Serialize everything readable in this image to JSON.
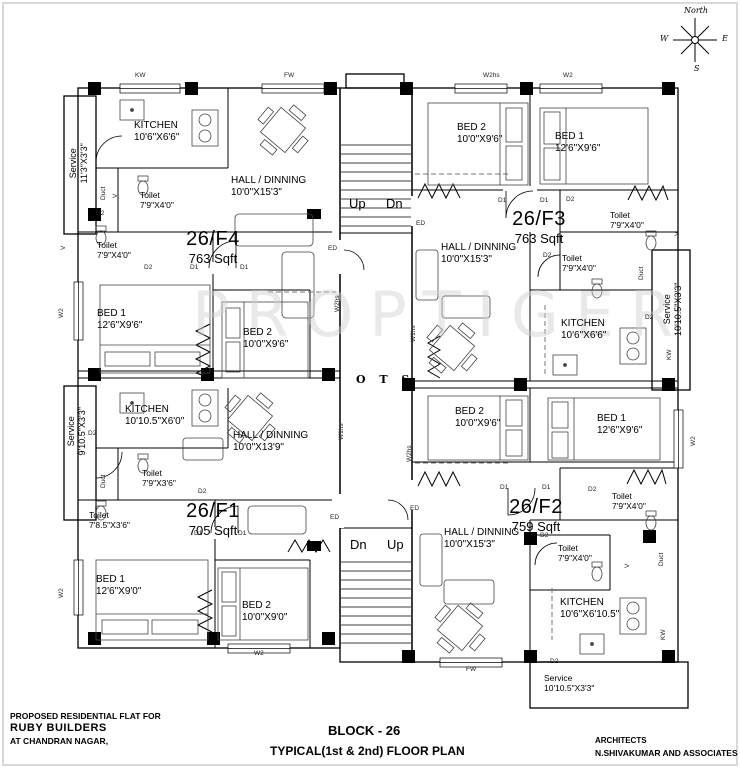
{
  "watermark": "PROPTIGER",
  "compass": {
    "north": "North",
    "south": "S",
    "east": "E",
    "west": "W"
  },
  "core": {
    "ots": "O T S",
    "up": "Up",
    "dn": "Dn"
  },
  "codes": {
    "d1": "D1",
    "d2": "D2",
    "v": "V",
    "ed": "ED",
    "kw": "KW",
    "fw": "FW",
    "w2": "W2",
    "w2hs": "W2hs",
    "w1hs": "W1hs",
    "duct": "Duct"
  },
  "units": {
    "f4": {
      "id": "26/F4",
      "area": "763 Sqft",
      "kitchen": "KITCHEN",
      "kitchen_dim": "10'6\"X6'6\"",
      "hall": "HALL / DINNING",
      "hall_dim": "10'0\"X15'3\"",
      "bed1": "BED 1",
      "bed1_dim": "12'6\"X9'6\"",
      "bed2": "BED 2",
      "bed2_dim": "10'0\"X9'6\"",
      "toilet1": "Toilet",
      "toilet1_dim": "7'9\"X4'0\"",
      "toilet2": "Toilet",
      "toilet2_dim": "7'9\"X4'0\"",
      "service": "Service",
      "service_dim": "11'3\"X3'3\""
    },
    "f3": {
      "id": "26/F3",
      "area": "763 Sqft",
      "kitchen": "KITCHEN",
      "kitchen_dim": "10'6\"X6'6\"",
      "hall": "HALL / DINNING",
      "hall_dim": "10'0\"X15'3\"",
      "bed1": "BED 1",
      "bed1_dim": "12'6\"X9'6\"",
      "bed2": "BED 2",
      "bed2_dim": "10'0\"X9'6\"",
      "toilet1": "Toilet",
      "toilet1_dim": "7'9\"X4'0\"",
      "toilet2": "Toilet",
      "toilet2_dim": "7'9\"X4'0\"",
      "service": "Service",
      "service_dim": "10'10.5\"X3'3\""
    },
    "f1": {
      "id": "26/F1",
      "area": "705 Sqft",
      "kitchen": "KITCHEN",
      "kitchen_dim": "10'10.5\"X6'0\"",
      "hall": "HALL / DINNING",
      "hall_dim": "10'0\"X13'9\"",
      "bed1": "BED 1",
      "bed1_dim": "12'6\"X9'0\"",
      "bed2": "BED 2",
      "bed2_dim": "10'0\"X9'0\"",
      "toilet1": "Toilet",
      "toilet1_dim": "7'9\"X3'6\"",
      "toilet2": "Toilet",
      "toilet2_dim": "7'8.5\"X3'6\"",
      "service": "Service",
      "service_dim": "9'10.5\"X3'3\""
    },
    "f2": {
      "id": "26/F2",
      "area": "759 Sqft",
      "kitchen": "KITCHEN",
      "kitchen_dim": "10'6\"X6'10.5\"",
      "hall": "HALL / DINNING",
      "hall_dim": "10'0\"X15'3\"",
      "bed1": "BED 1",
      "bed1_dim": "12'6\"X9'6\"",
      "bed2": "BED 2",
      "bed2_dim": "10'0\"X9'6\"",
      "toilet1": "Toilet",
      "toilet1_dim": "7'9\"X4'0\"",
      "toilet2": "Toilet",
      "toilet2_dim": "7'9\"X4'0\"",
      "service": "Service",
      "service_dim": "10'10.5\"X3'3\""
    }
  },
  "title_block": {
    "proposed_for": "PROPOSED RESIDENTIAL FLAT FOR",
    "builder": "RUBY BUILDERS",
    "location": "AT CHANDRAN NAGAR,",
    "block": "BLOCK - 26",
    "plan_title": "TYPICAL(1st & 2nd) FLOOR PLAN",
    "architects_label": "ARCHITECTS",
    "architects_name": "N.SHIVAKUMAR AND ASSOCIATES"
  }
}
